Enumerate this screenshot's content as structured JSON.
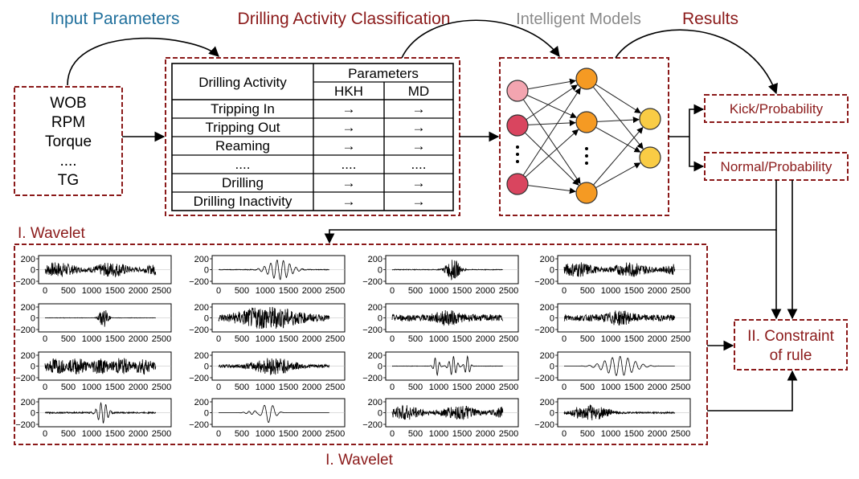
{
  "headers": {
    "input": "Input Parameters",
    "classification": "Drilling Activity Classification",
    "models": "Intelligent Models",
    "results": "Results"
  },
  "colors": {
    "input_header": "#1f6f9c",
    "dark_red": "#8b1a1a",
    "models_header": "#8a8a8a",
    "node_pink": "#f3a5b0",
    "node_crimson": "#d9455f",
    "node_orange": "#f59a23",
    "node_yellow": "#f9cc45"
  },
  "input_params": [
    "WOB",
    "RPM",
    "Torque",
    "....",
    "TG"
  ],
  "table": {
    "col_activity": "Drilling Activity",
    "col_parameters": "Parameters",
    "sub_cols": [
      "HKH",
      "MD"
    ],
    "rows": [
      {
        "activity": "Tripping In",
        "hkh": "→",
        "md": "→"
      },
      {
        "activity": "Tripping Out",
        "hkh": "→",
        "md": "→"
      },
      {
        "activity": "Reaming",
        "hkh": "→",
        "md": "→"
      },
      {
        "activity": "....",
        "hkh": "....",
        "md": "...."
      },
      {
        "activity": "Drilling",
        "hkh": "→",
        "md": "→"
      },
      {
        "activity": "Drilling Inactivity",
        "hkh": "→",
        "md": "→"
      }
    ]
  },
  "results": {
    "kick": "Kick/Probability",
    "normal": "Normal/Probability"
  },
  "wavelet": {
    "label_top": "I. Wavelet",
    "label_bottom": "I. Wavelet",
    "y_ticks": [
      "200",
      "0",
      "−200"
    ],
    "x_ticks": [
      "0",
      "500",
      "1000",
      "1500",
      "2000",
      "2500"
    ]
  },
  "constraint": {
    "line1": "II. Constraint",
    "line2": "of rule"
  }
}
